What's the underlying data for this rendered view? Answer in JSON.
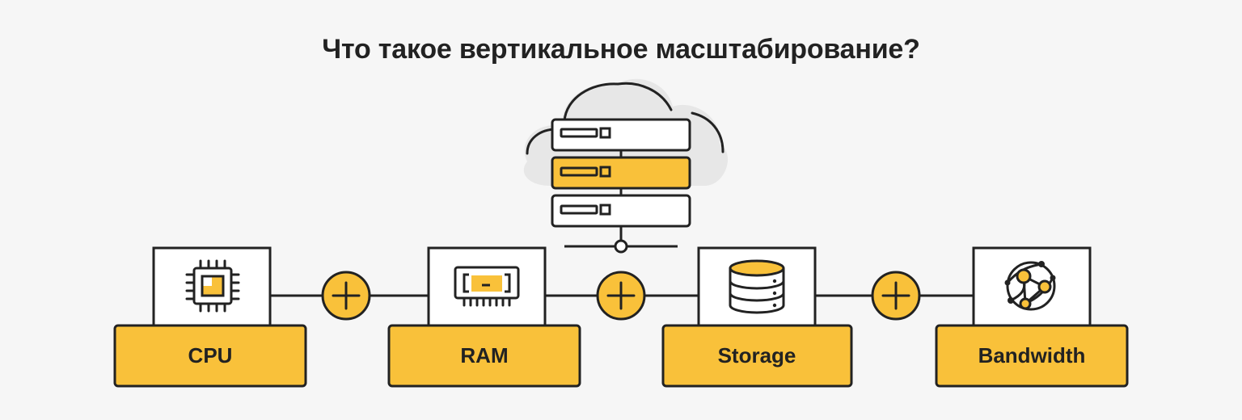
{
  "title": "Что такое вертикальное масштабирование?",
  "colors": {
    "background": "#f6f6f6",
    "accent": "#f9c13a",
    "stroke": "#222222",
    "cloud": "#e7e7e7"
  },
  "server_icon": "server-rack-icon",
  "cloud_icon": "cloud-icon",
  "components": [
    {
      "label": "CPU",
      "icon": "cpu-icon"
    },
    {
      "label": "RAM",
      "icon": "ram-icon"
    },
    {
      "label": "Storage",
      "icon": "database-icon"
    },
    {
      "label": "Bandwidth",
      "icon": "network-icon"
    }
  ],
  "plus_icon": "plus-icon"
}
